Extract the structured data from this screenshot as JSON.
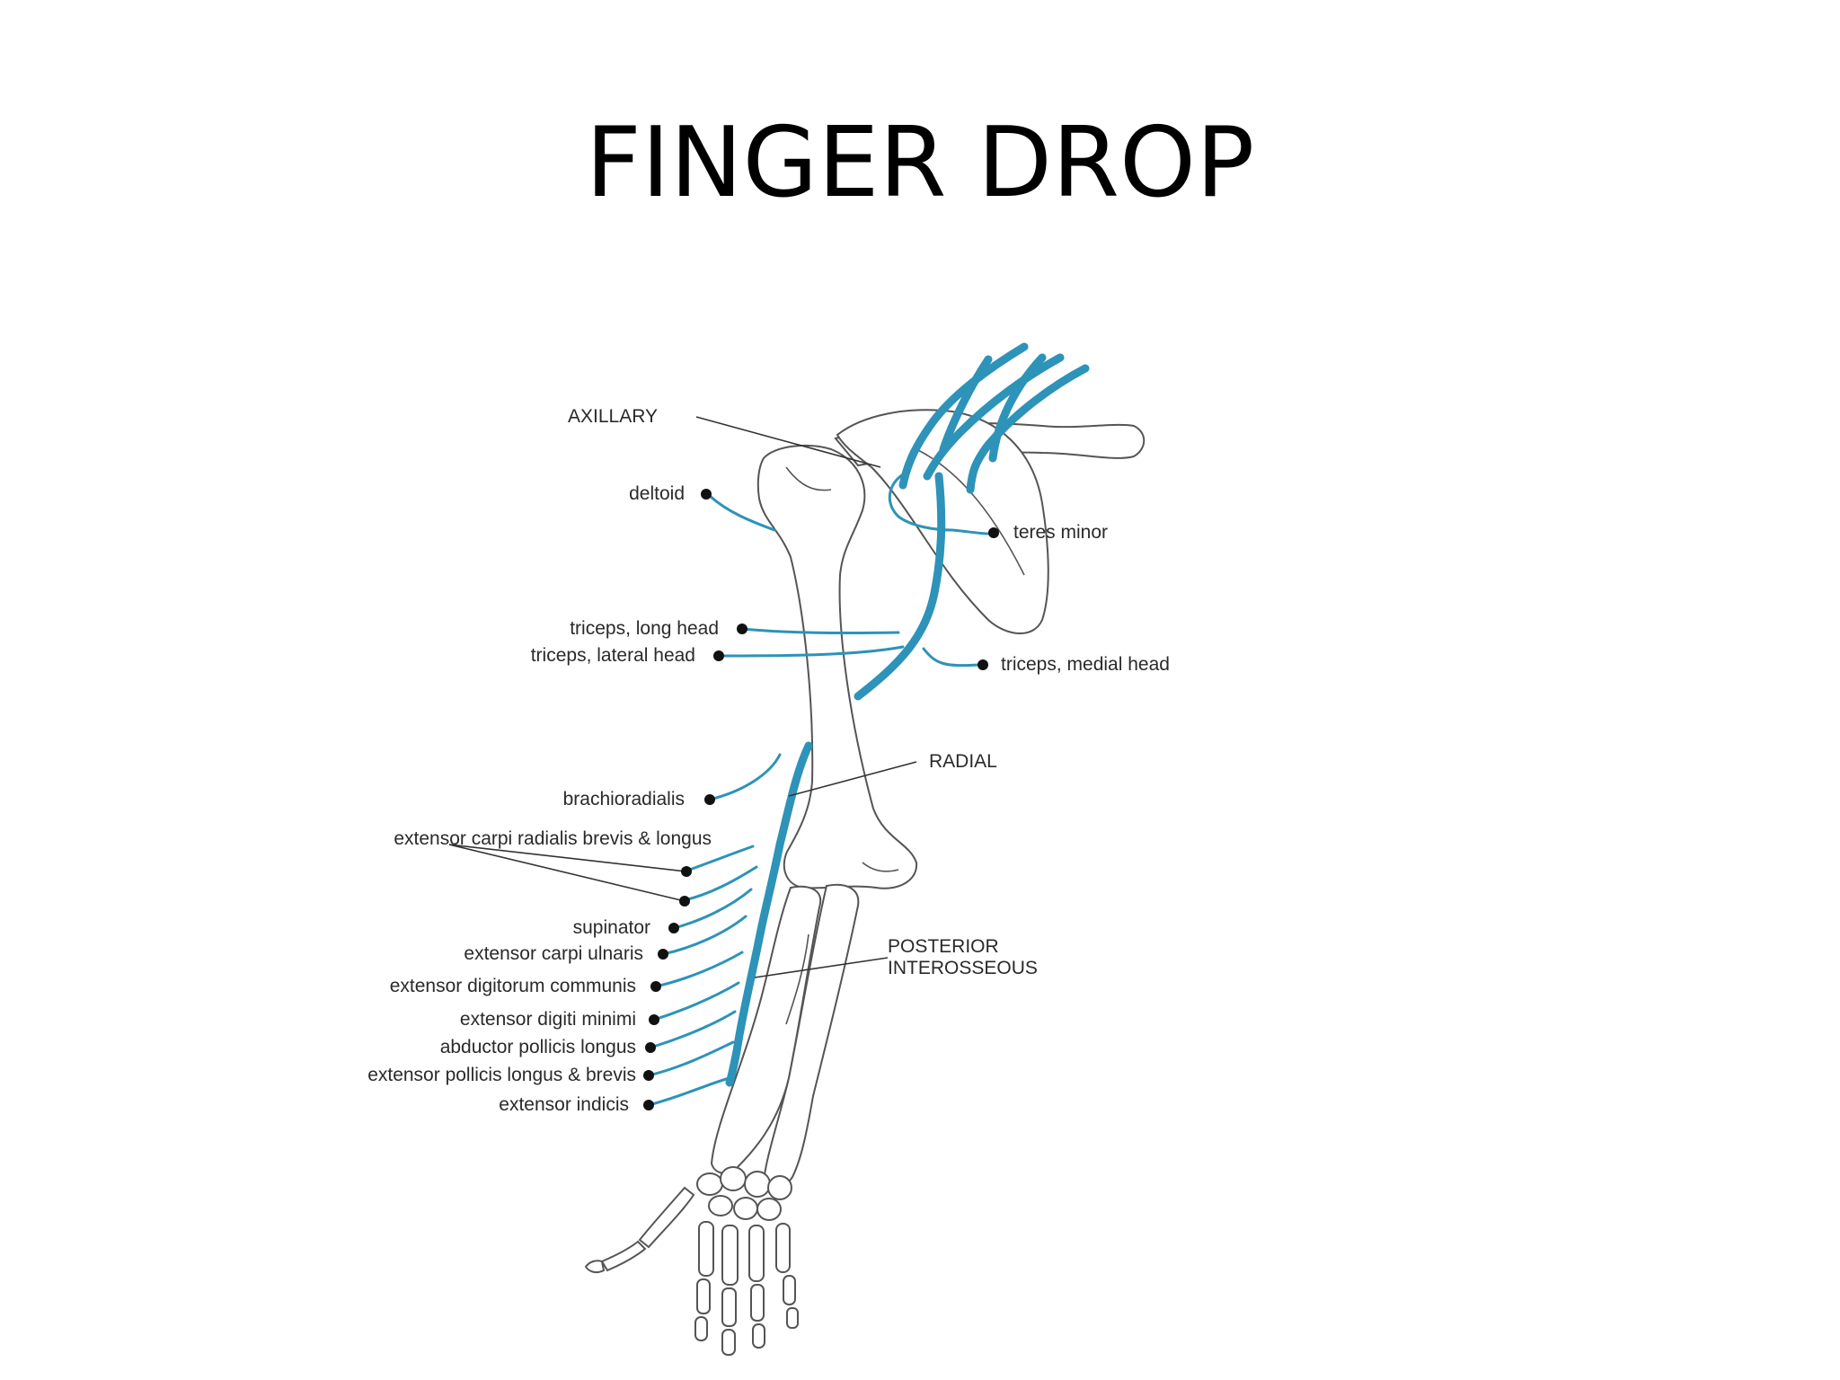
{
  "title": "FINGER DROP",
  "nerve_color": "#2d93b8",
  "nerve_labels": {
    "axillary": "AXILLARY",
    "radial": "RADIAL",
    "posterior_line1": "POSTERIOR",
    "posterior_line2": "INTEROSSEOUS"
  },
  "muscles": {
    "deltoid": "deltoid",
    "teres_minor": "teres minor",
    "triceps_long": "triceps, long head",
    "triceps_lateral": "triceps, lateral head",
    "triceps_medial": "triceps, medial head",
    "brachioradialis": "brachioradialis",
    "ecrb_longus": "extensor carpi radialis brevis & longus",
    "supinator": "supinator",
    "ecu": "extensor carpi ulnaris",
    "edc": "extensor digitorum communis",
    "edm": "extensor digiti minimi",
    "apl": "abductor pollicis longus",
    "epl": "extensor pollicis longus & brevis",
    "ei": "extensor indicis"
  }
}
